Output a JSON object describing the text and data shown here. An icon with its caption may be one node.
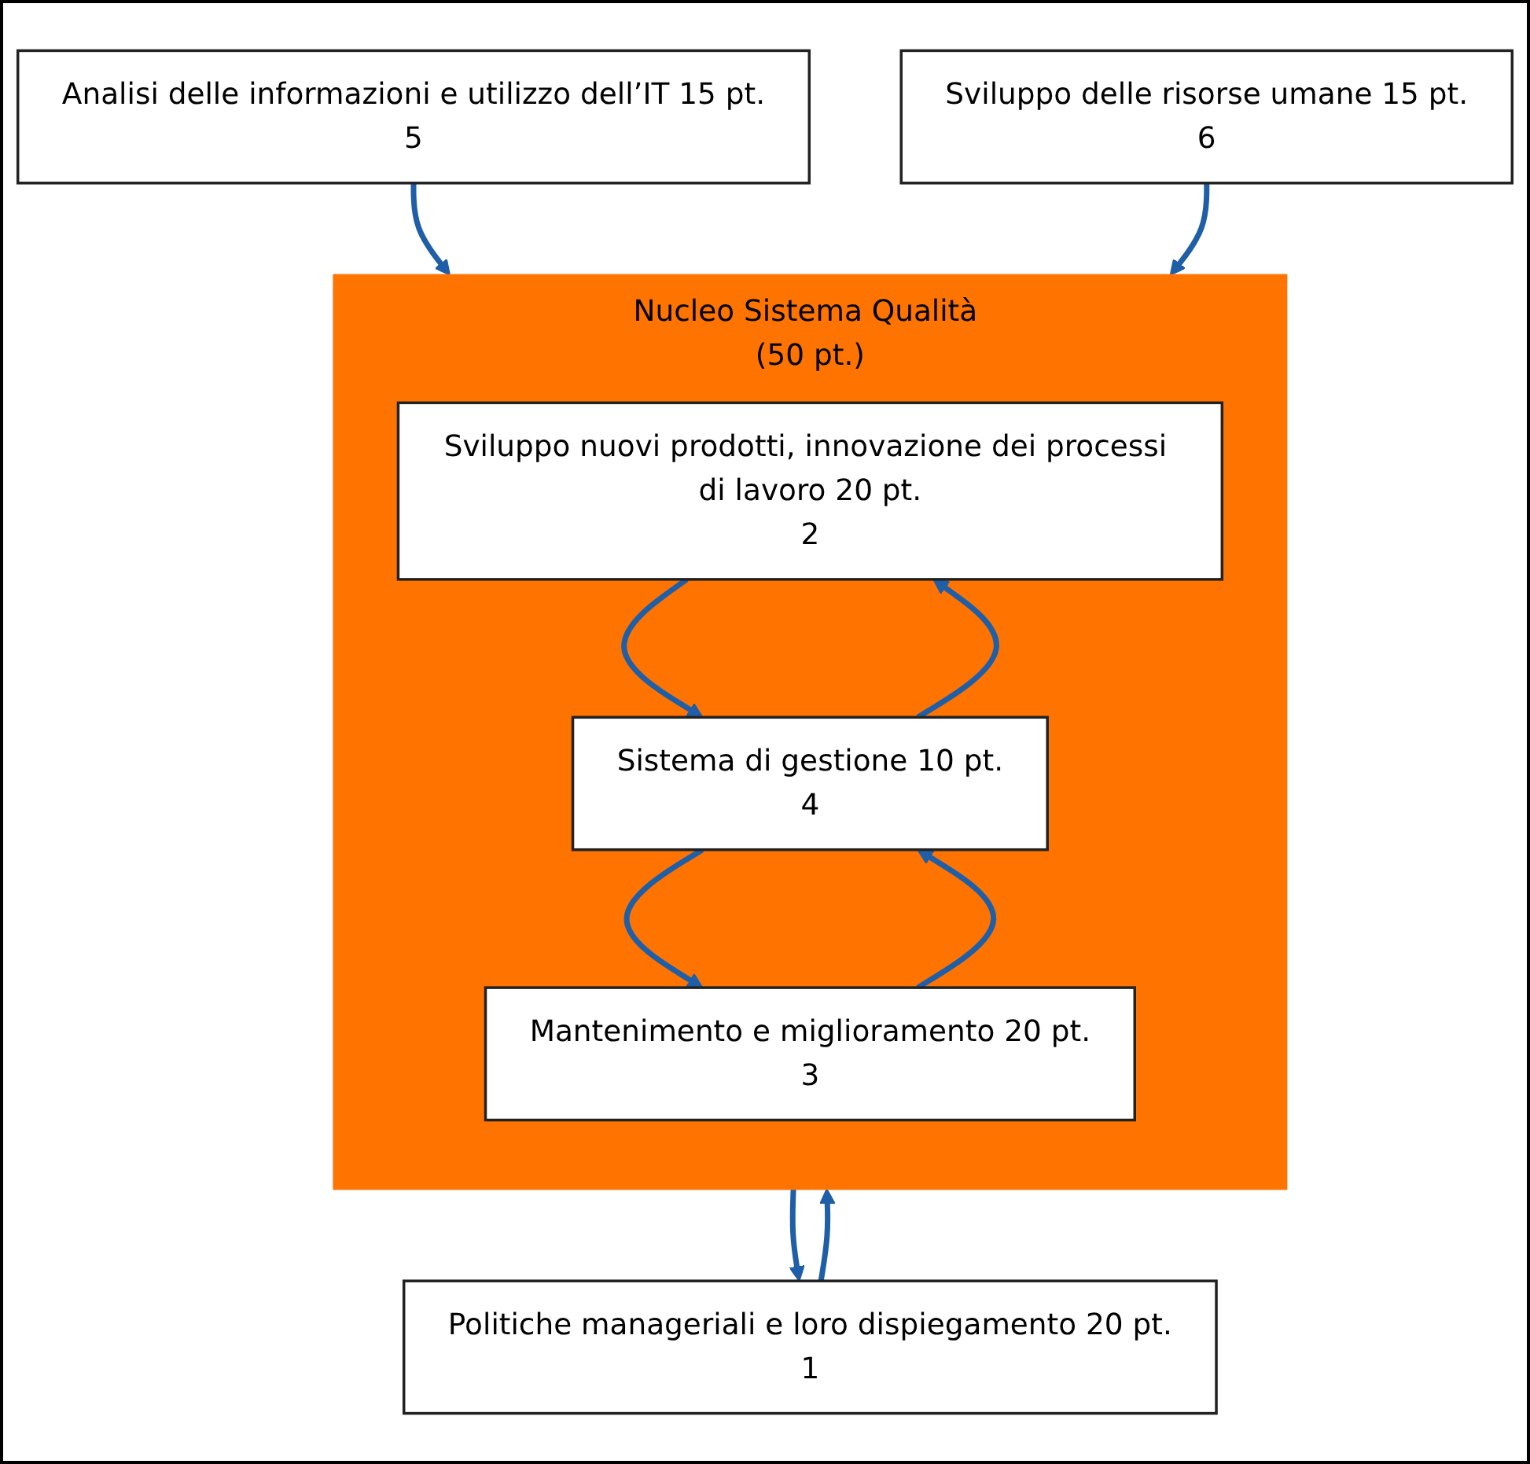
{
  "diagram": {
    "nodes": [
      {
        "text": [
          "Politiche manageriali e loro dispiegamento 20 pt.",
          "1"
        ]
      },
      {
        "text": [
          "Analisi delle informazioni e utilizzo dell’IT 15 pt.",
          "5"
        ]
      },
      {
        "text": [
          "Nucleo Sistema Qualità (50 pt.)"
        ]
      },
      {
        "text": [
          "Sviluppo nuovi prodotti, innovazione dei processi di lavoro 20 pt.",
          "2"
        ],
        "in": 2
      },
      {
        "text": [
          "Mantenimento e miglioramento 20 pt.",
          "3"
        ],
        "in": 2
      },
      {
        "text": [
          "Sistema di gestione 10 pt.",
          "4"
        ],
        "in": 2
      },
      {
        "text": [
          "Sviluppo delle risorse umane 15 pt.",
          "6"
        ]
      }
    ],
    "edges": [
      {
        "from": 0,
        "to": 2,
        "arrow": "to"
      },
      {
        "from": 2,
        "to": 0,
        "arrow": "to"
      },
      {
        "from": 3,
        "to": 5,
        "arrow": "to"
      },
      {
        "from": 5,
        "to": 3,
        "arrow": "to"
      },
      {
        "from": 4,
        "to": 5,
        "arrow": "to"
      },
      {
        "from": 5,
        "to": 4,
        "arrow": "to"
      },
      {
        "from": 1,
        "to": 2,
        "arrow": "to"
      },
      {
        "from": 6,
        "to": 2,
        "arrow": "to"
      }
    ]
  }
}
